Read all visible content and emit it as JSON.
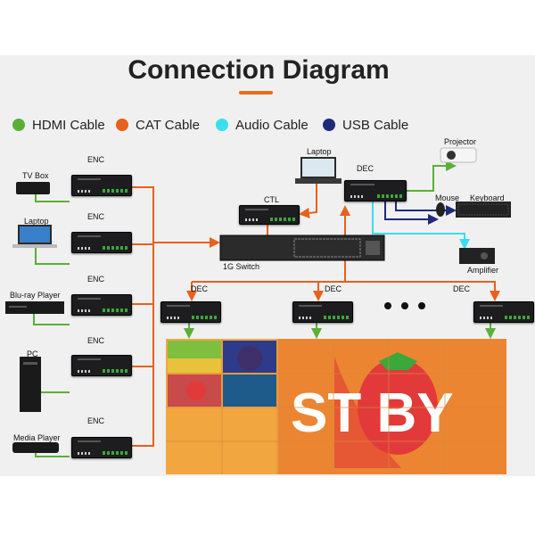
{
  "title": "Connection Diagram",
  "legend": [
    {
      "label": "HDMI Cable",
      "color": "#5ab036"
    },
    {
      "label": "CAT Cable",
      "color": "#e8601c"
    },
    {
      "label": "Audio Cable",
      "color": "#37e0ea"
    },
    {
      "label": "USB Cable",
      "color": "#1e2a7a"
    }
  ],
  "sources": {
    "tv_box": "TV Box",
    "laptop": "Laptop",
    "bluray": "Blu-ray Player",
    "pc": "PC",
    "media_player": "Media Player"
  },
  "devices": {
    "enc": "ENC",
    "dec": "DEC",
    "ctl": "CTL",
    "switch": "1G Switch",
    "laptop": "Laptop",
    "projector": "Projector",
    "mouse": "Mouse",
    "keyboard": "Keyboard",
    "amplifier": "Amplifier"
  },
  "videowall": {
    "text": "ST  BY",
    "colors": {
      "wall": "#f2a640",
      "orange": "#ec8531",
      "strawberry": "#e23a3a"
    }
  }
}
